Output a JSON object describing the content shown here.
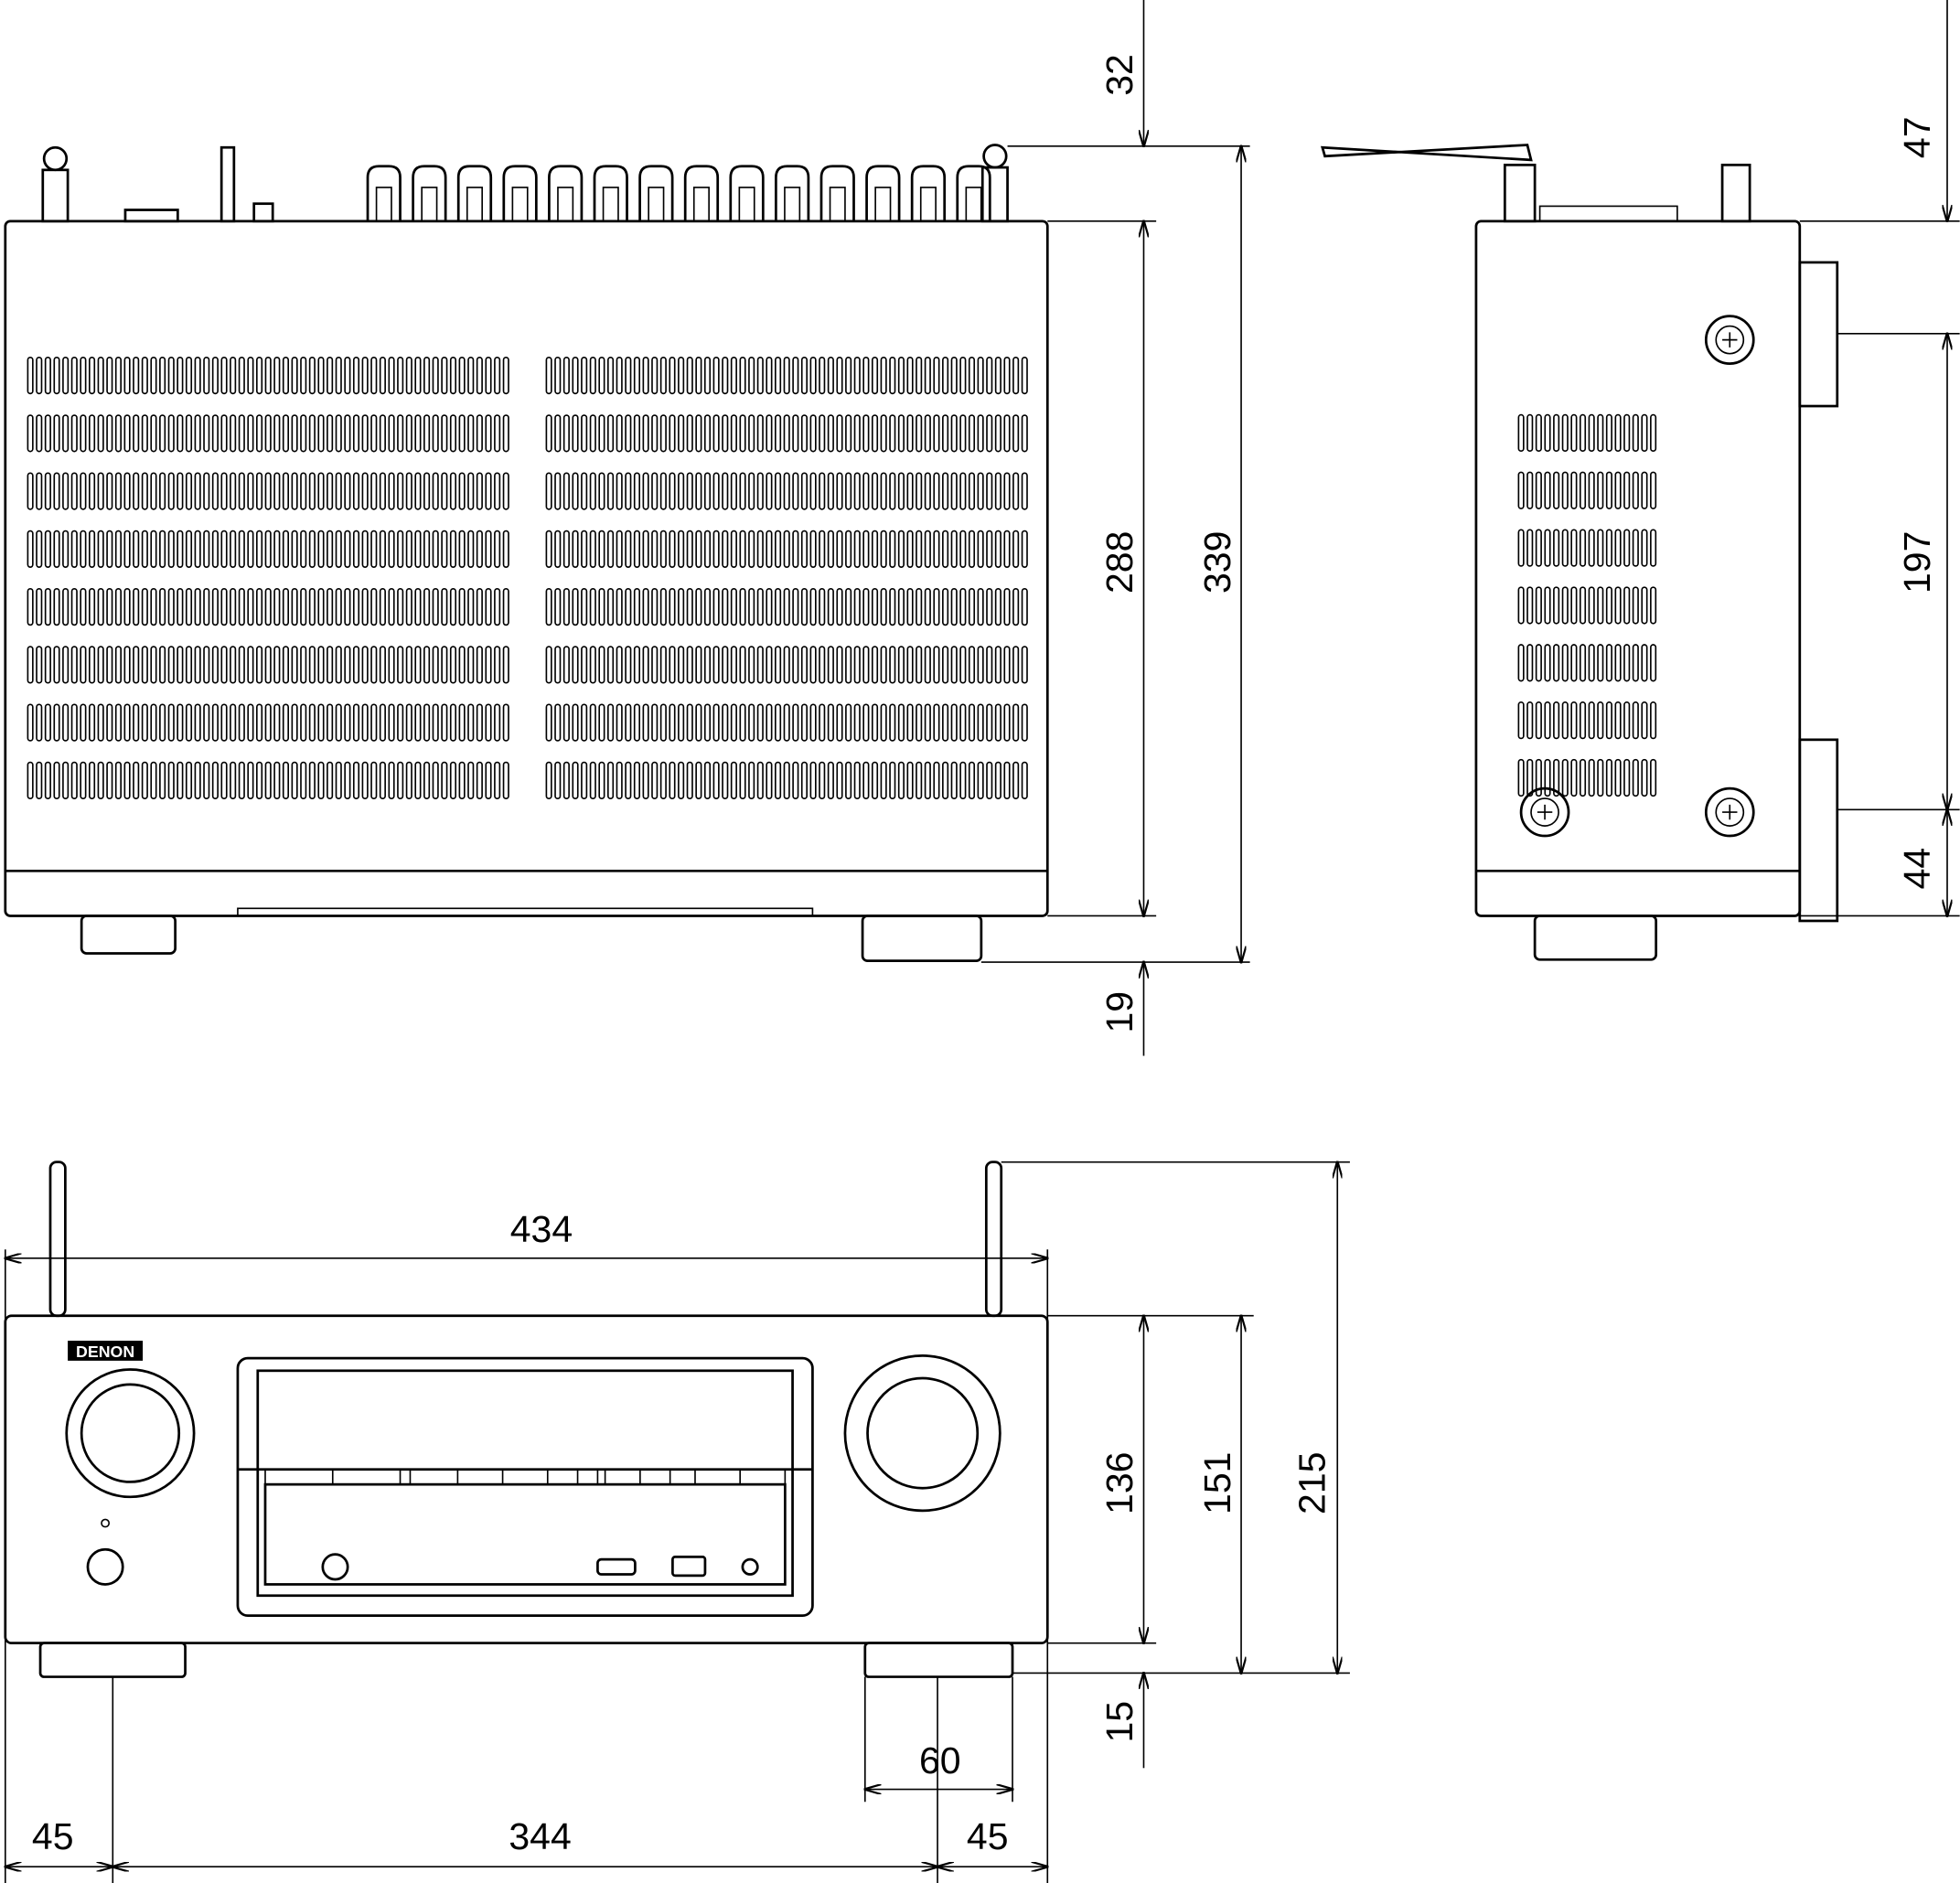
{
  "brand": "DENON",
  "views": {
    "top": {
      "depth_main": "288",
      "depth_total": "339",
      "rear_protrusion": "32",
      "foot_height": "19"
    },
    "side": {
      "top_offset": "47",
      "foot_spacing": "197",
      "front_offset": "44"
    },
    "front": {
      "width": "434",
      "height_body": "136",
      "height_with_feet": "151",
      "height_with_antenna": "215",
      "foot_height": "15",
      "foot_width": "60",
      "left_offset": "45",
      "foot_spacing": "344",
      "right_offset": "45"
    }
  }
}
